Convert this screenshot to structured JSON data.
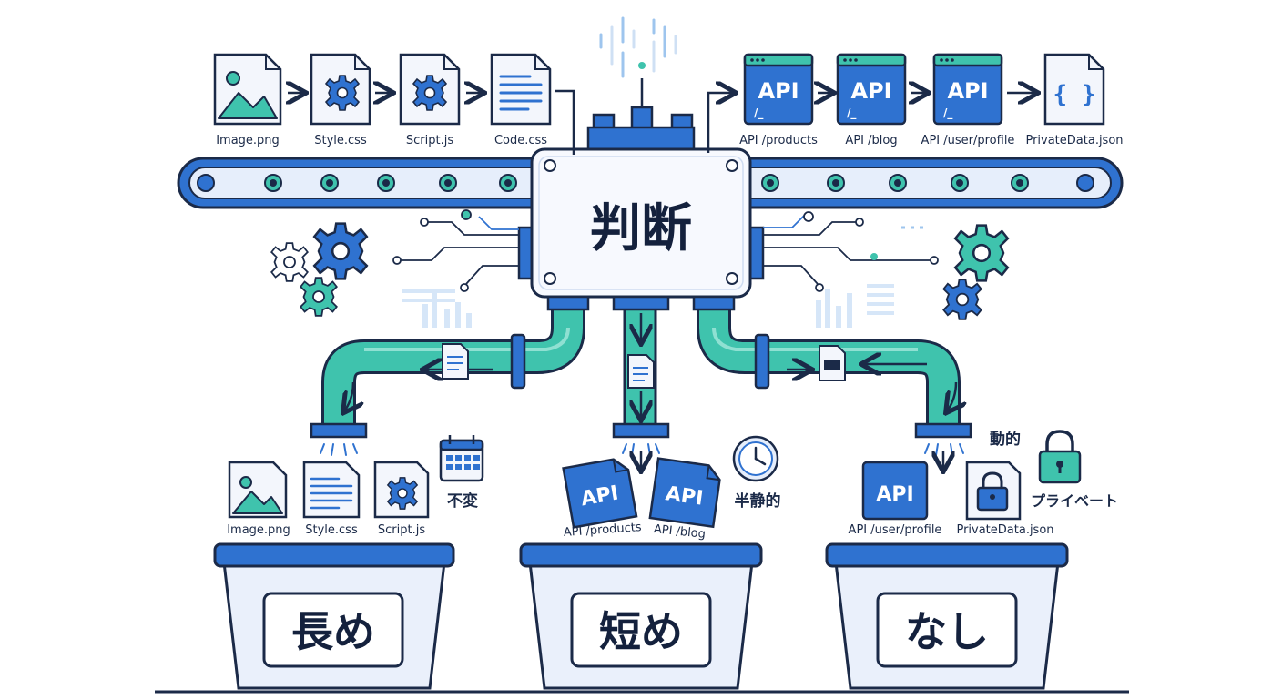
{
  "top_row_left": {
    "files": [
      {
        "name": "Image.png",
        "icon": "image-file-icon"
      },
      {
        "name": "Style.css",
        "icon": "gear-file-icon"
      },
      {
        "name": "Script.js",
        "icon": "gear-file-icon"
      },
      {
        "name": "Code.css",
        "icon": "document-file-icon"
      }
    ]
  },
  "top_row_right": {
    "items": [
      {
        "name": "API /products",
        "badge": "API",
        "sub": "/_"
      },
      {
        "name": "API /blog",
        "badge": "API",
        "sub": "/_"
      },
      {
        "name": "API /user/profile",
        "badge": "API",
        "sub": "/_"
      },
      {
        "name": "PrivateData.json",
        "badge": "{ }"
      }
    ]
  },
  "decision_box": {
    "label": "判断"
  },
  "categories": {
    "left": {
      "tag": "不変",
      "files": [
        "Image.png",
        "Style.css",
        "Script.js"
      ],
      "bin_label": "長め"
    },
    "middle": {
      "tag": "半静的",
      "files": [
        "API /products",
        "API /blog"
      ],
      "badge": "API",
      "bin_label": "短め"
    },
    "right": {
      "tag_dynamic": "動的",
      "tag_private": "プライベート",
      "files": [
        "API /user/profile",
        "PrivateData.json"
      ],
      "badge": "API",
      "bin_label": "なし"
    }
  },
  "colors": {
    "navy": "#1b2a48",
    "blue": "#2f72d0",
    "teal": "#3fc3ad",
    "light_blue": "#e6eefb"
  }
}
